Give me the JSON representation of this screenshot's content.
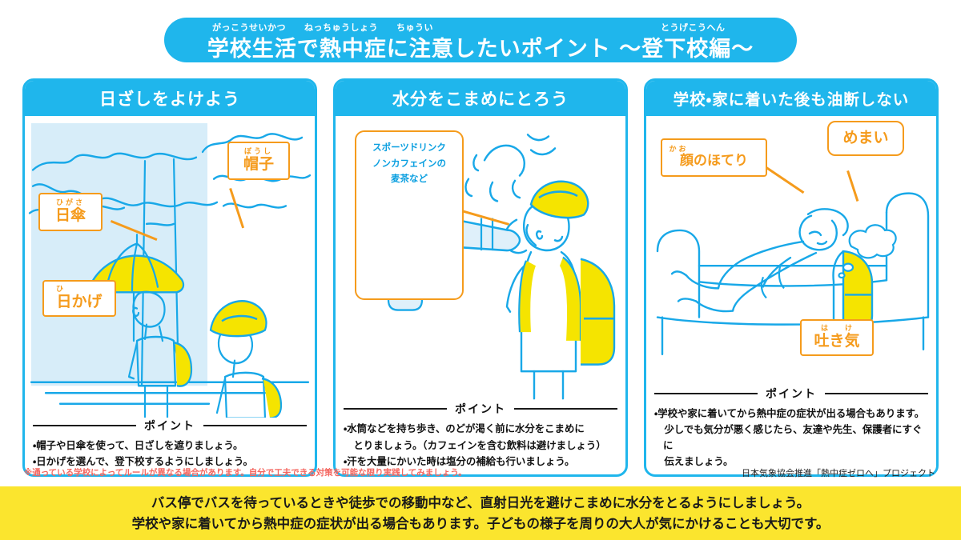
{
  "title": {
    "main": "学校生活で熱中症に注意したいポイント ～登下校編～",
    "ruby_gakkou": "がっこうせいかつ",
    "ruby_necchusho": "ねっちゅうしょう",
    "ruby_chui": "ちゅうい",
    "ruby_tougekou": "とうげこうへん",
    "bg_color": "#1fb6ec",
    "text_color": "#ffffff"
  },
  "panels": [
    {
      "id": "avoid-sunlight",
      "heading": "日ざしをよけよう",
      "callouts": [
        {
          "id": "higasa",
          "ruby": "ひがさ",
          "label": "日傘"
        },
        {
          "id": "boushi",
          "ruby": "ぼうし",
          "label": "帽子"
        },
        {
          "id": "hikage",
          "ruby": "ひ",
          "label": "日かげ"
        }
      ],
      "point": {
        "label": "ポイント",
        "items": [
          "・帽子や日傘を使って、日ざしを遮りましょう。",
          "・日かげを選んで、登下校するようにしましょう。"
        ]
      }
    },
    {
      "id": "drink-water",
      "heading": "水分をこまめにとろう",
      "drink_note": [
        "スポーツドリンク",
        "ノンカフェインの",
        "麦茶など"
      ],
      "point": {
        "label": "ポイント",
        "items": [
          "・水筒などを持ち歩き、のどが渇く前に水分をこまめに",
          "　とりましょう。（カフェインを含む飲料は避けましょう）",
          "・汗を大量にかいた時は塩分の補給も行いましょう。"
        ]
      }
    },
    {
      "id": "after-arrival",
      "heading": "学校・家に着いた後も油断しない",
      "callouts": [
        {
          "id": "kao-no-hoteri",
          "ruby": "かお",
          "label": "顔のほてり"
        },
        {
          "id": "memai",
          "ruby": "",
          "label": "めまい"
        },
        {
          "id": "hakike",
          "ruby": "は　　け",
          "label": "吐き気"
        }
      ],
      "point": {
        "label": "ポイント",
        "items": [
          "・学校や家に着いてから熱中症の症状が出る場合もあります。",
          "　少しでも気分が悪く感じたら、友達や先生、保護者にすぐに",
          "　伝えましょう。"
        ]
      }
    }
  ],
  "footnote": "※通っている学校によってルールが異なる場合があります。自分で工夫できる対策を可能な限り実践してみましょう。",
  "credit": "日本気象協会推進「熱中症ゼロへ」プロジェクト",
  "banner": {
    "line1": "バス停でバスを待っているときや徒歩での移動中など、直射日光を避けこまめに水分をとるようにしましょう。",
    "line2": "学校や家に着いてから熱中症の症状が出る場合もあります。子どもの様子を周りの大人が気にかけることも大切です。",
    "bg_color": "#fbe52e"
  },
  "colors": {
    "brand_blue": "#1fb6ec",
    "line_blue": "#18a8e8",
    "light_blue": "#cfeaf7",
    "accent_orange": "#f59b1c",
    "accent_yellow": "#f5e400",
    "note_red": "#f4665f"
  }
}
